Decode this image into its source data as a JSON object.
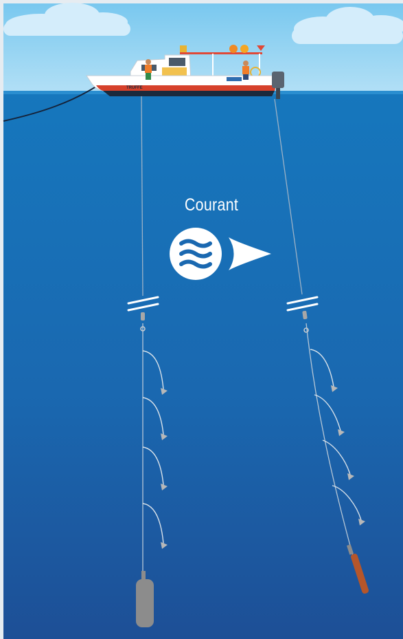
{
  "current": {
    "label": "Courant",
    "icons": [
      "waves-icon",
      "arrow-right-icon"
    ]
  },
  "boat": {
    "hull_text": "TRUFFE"
  },
  "colors": {
    "sky_top": "#7dcbf0",
    "sky_bottom": "#a9dcf5",
    "sea_top": "#1776bc",
    "sea_bottom": "#1c4f95",
    "hull_red": "#d6412b",
    "lure": "#b8b8b8",
    "weight_left": "#8c8c8c",
    "weight_right": "#b5562a",
    "line": "#b7c7d6"
  },
  "lines": [
    {
      "name": "vertical-line-left",
      "lures": 4,
      "weight": "grey"
    },
    {
      "name": "drifting-line-right",
      "lures": 4,
      "weight": "copper"
    }
  ]
}
